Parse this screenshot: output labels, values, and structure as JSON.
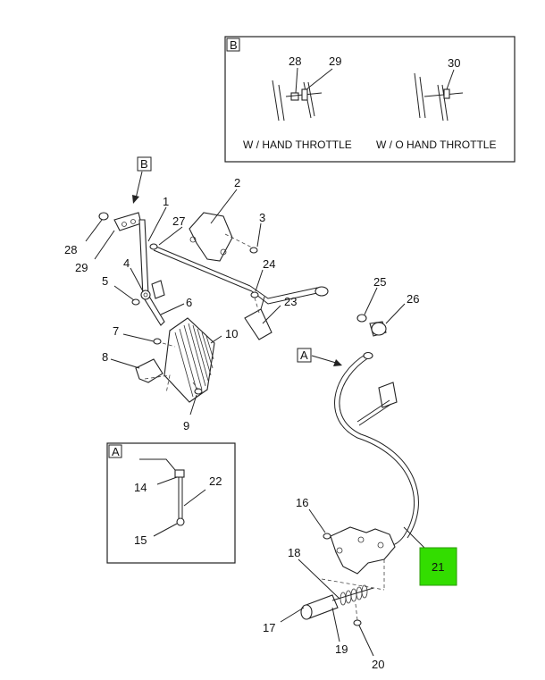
{
  "detail_b": {
    "tag": "B",
    "caption_left": "W / HAND THROTTLE",
    "caption_right": "W / O HAND THROTTLE",
    "labels": [
      "28",
      "29",
      "30"
    ]
  },
  "detail_a": {
    "tag": "A",
    "labels": [
      "14",
      "15",
      "22"
    ]
  },
  "callouts": {
    "b_ref": "B",
    "a_ref": "A"
  },
  "part_labels": {
    "p1": "1",
    "p2": "2",
    "p3": "3",
    "p4": "4",
    "p5": "5",
    "p6": "6",
    "p7": "7",
    "p8": "8",
    "p9": "9",
    "p10": "10",
    "p16": "16",
    "p17": "17",
    "p18": "18",
    "p19": "19",
    "p20": "20",
    "p21": "21",
    "p23": "23",
    "p24": "24",
    "p25": "25",
    "p26": "26",
    "p27": "27",
    "p28": "28",
    "p29": "29"
  },
  "highlight": {
    "label": "21",
    "color": "#33dd00"
  }
}
